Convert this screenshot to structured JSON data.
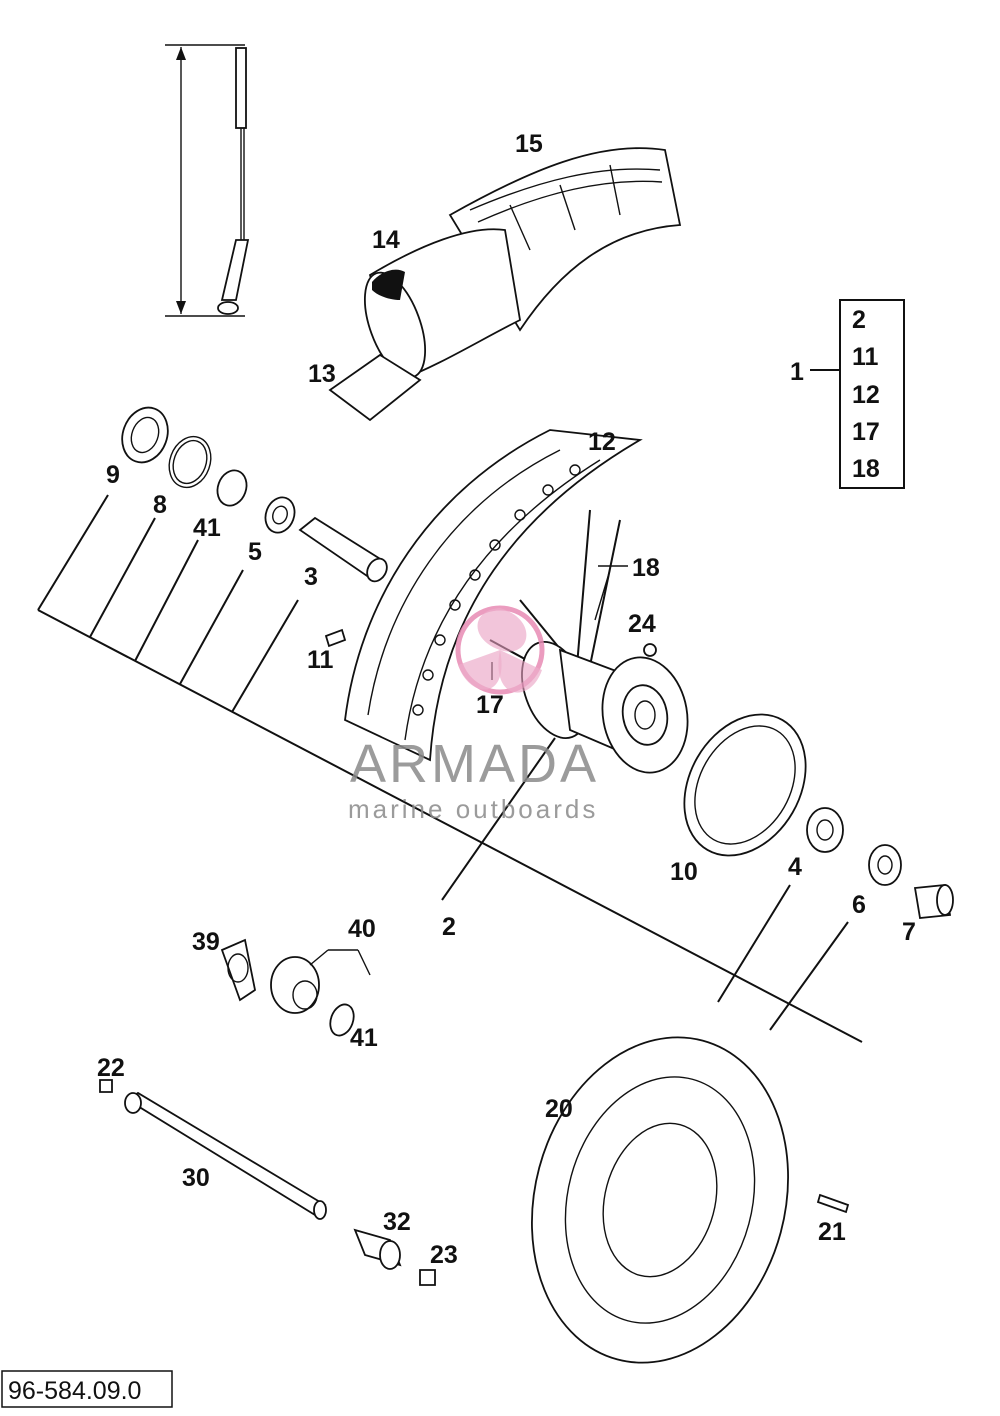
{
  "diagram": {
    "callouts": {
      "c1": "1",
      "c2": "2",
      "c3": "3",
      "c4": "4",
      "c5": "5",
      "c6": "6",
      "c7": "7",
      "c8": "8",
      "c9": "9",
      "c10": "10",
      "c11a": "11",
      "c12": "12",
      "c13": "13",
      "c14": "14",
      "c15": "15",
      "c17": "17",
      "c18": "18",
      "c20": "20",
      "c21": "21",
      "c22": "22",
      "c23": "23",
      "c24": "24",
      "c30": "30",
      "c32": "32",
      "c39": "39",
      "c40": "40",
      "c41a": "41",
      "c41b": "41"
    },
    "assembly_box": {
      "parent": "1",
      "items": [
        "2",
        "11",
        "12",
        "17",
        "18"
      ]
    },
    "watermark": {
      "brand": "ARMADA",
      "tagline": "marine outboards"
    },
    "document_number": "96-584.09.0"
  }
}
